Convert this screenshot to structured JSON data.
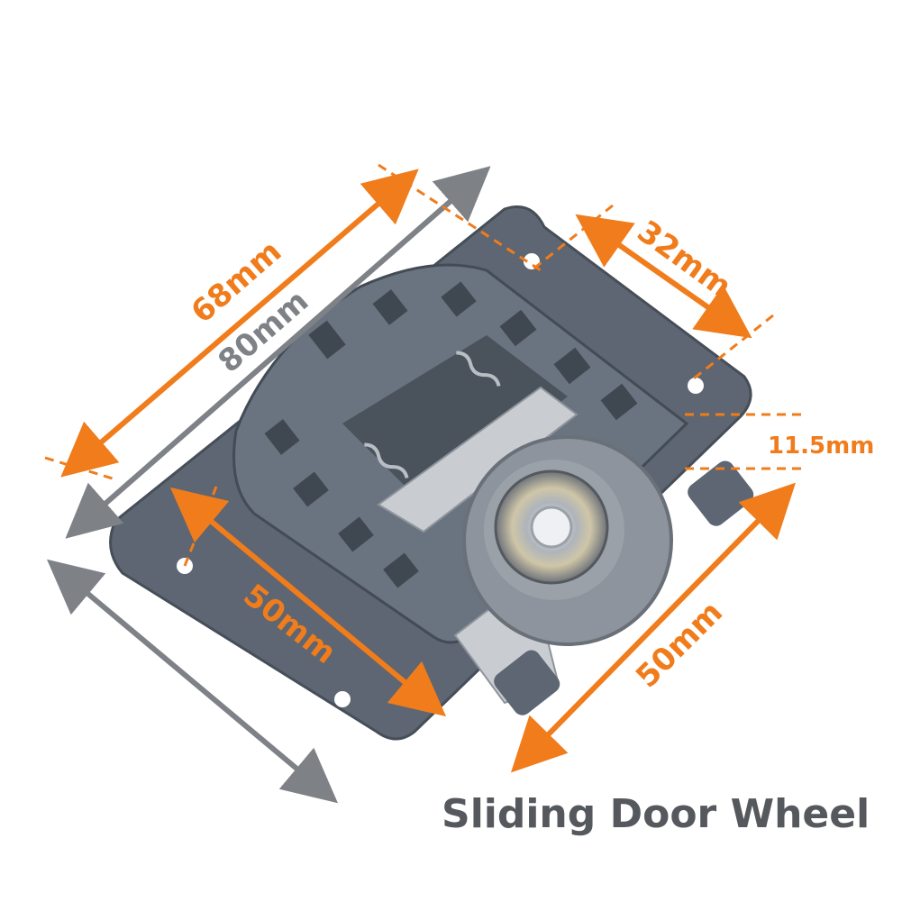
{
  "title": "Sliding Door Wheel",
  "dimensions": {
    "width_inner": "68mm",
    "width_outer": "80mm",
    "top_offset": "32mm",
    "thickness": "11.5mm",
    "bottom_holes": "50mm",
    "wheel_length": "50mm"
  },
  "colors": {
    "orange": "#f07c1c",
    "gray_arrow": "#7e8287",
    "plastic": "#5d6672",
    "plastic_dark": "#3f4751",
    "steel": "#c9cdd2",
    "tire": "#8d949d"
  }
}
